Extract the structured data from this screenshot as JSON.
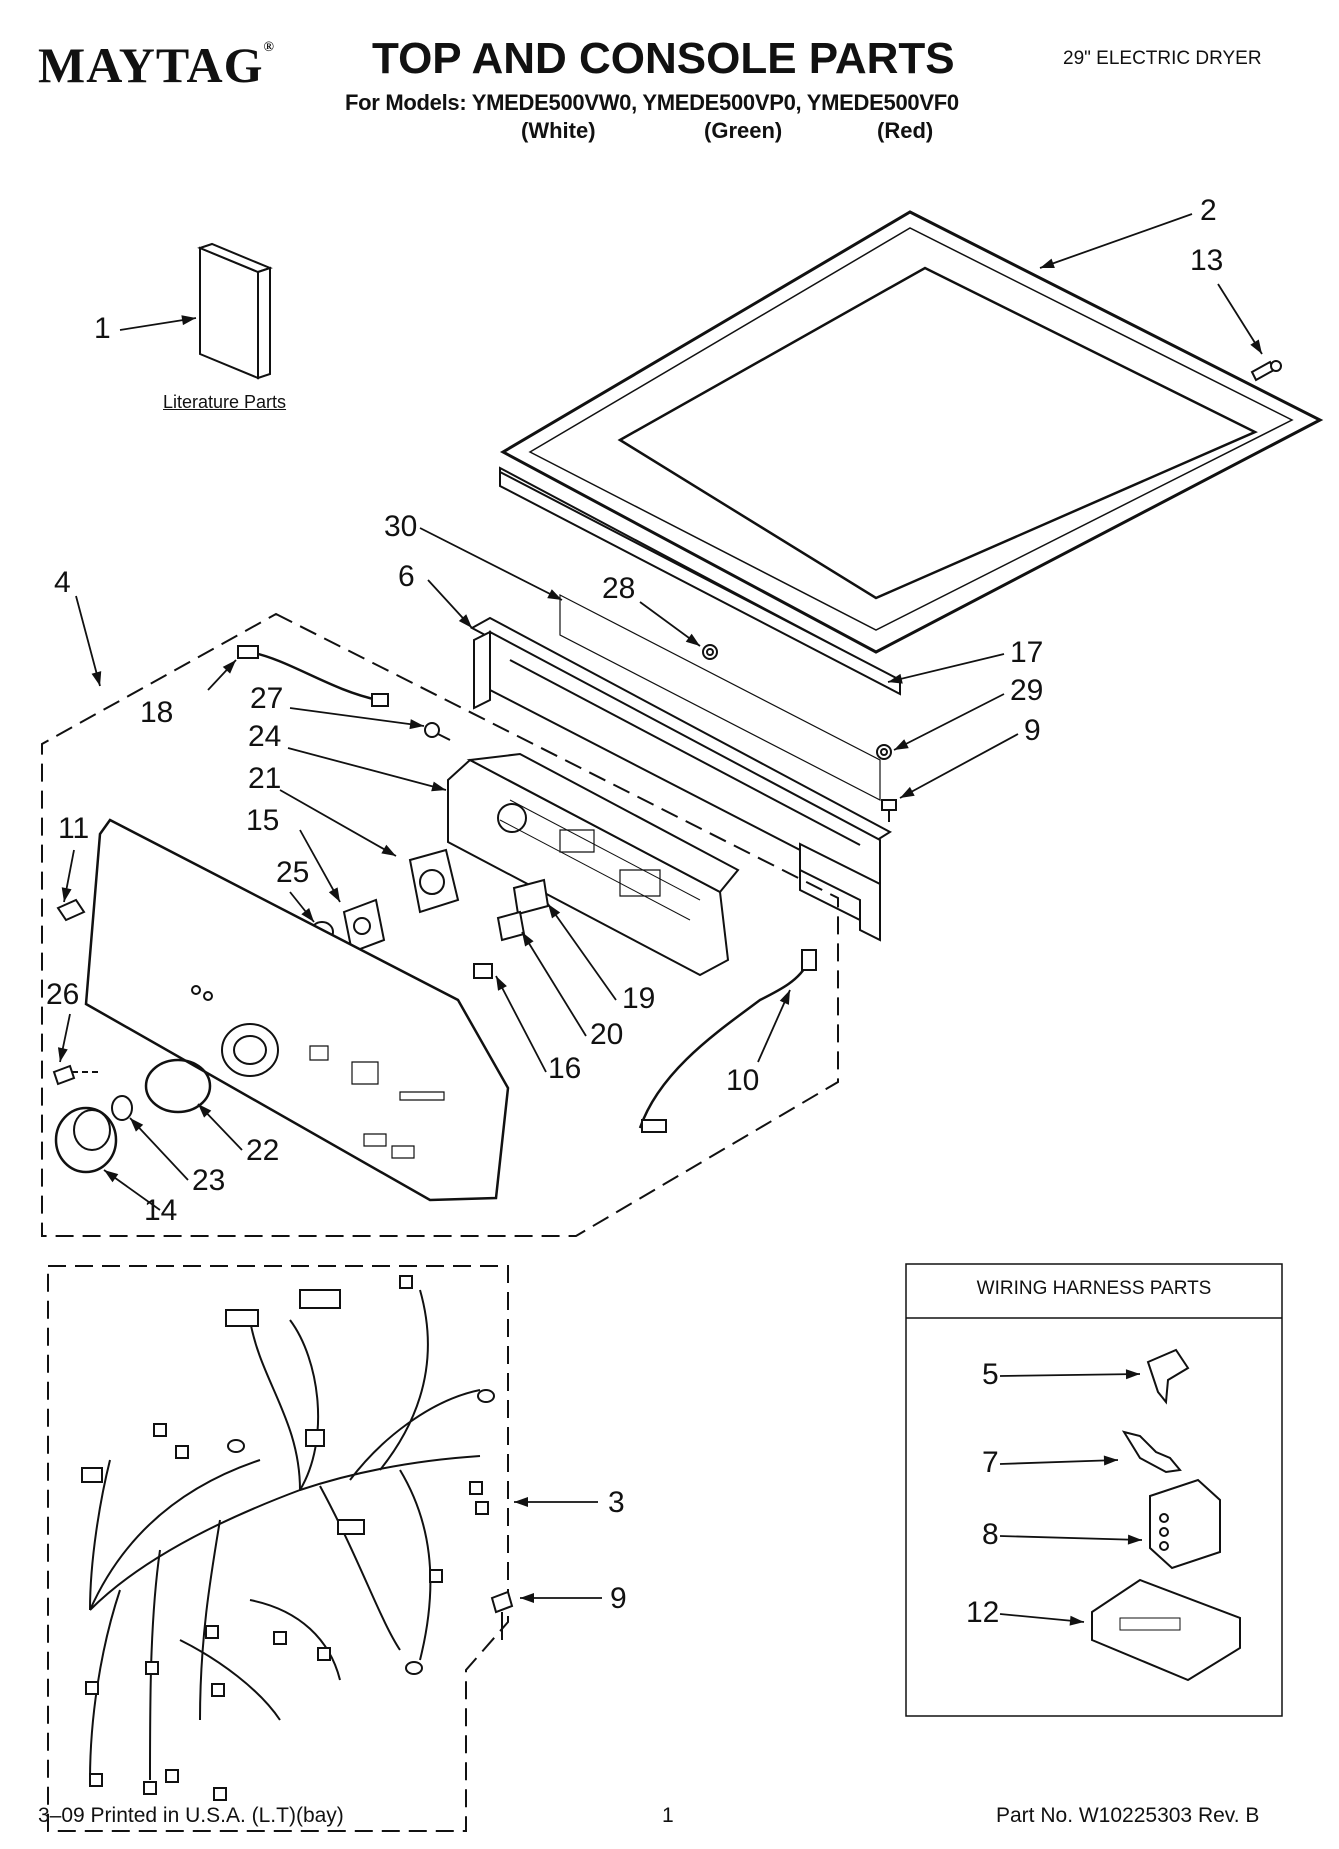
{
  "header": {
    "brand": "MAYTAG",
    "title": "TOP AND CONSOLE PARTS",
    "models": "For Models: YMEDE500VW0, YMEDE500VP0, YMEDE500VF0",
    "variants": [
      "(White)",
      "(Green)",
      "(Red)"
    ],
    "product": "29\" ELECTRIC DRYER"
  },
  "literature_label": "Literature Parts",
  "wiring_box_title": "WIRING HARNESS PARTS",
  "callouts": [
    "1",
    "2",
    "13",
    "30",
    "28",
    "6",
    "4",
    "17",
    "29",
    "9",
    "18",
    "27",
    "24",
    "21",
    "11",
    "15",
    "25",
    "19",
    "20",
    "16",
    "26",
    "10",
    "22",
    "23",
    "14",
    "3",
    "9",
    "5",
    "7",
    "8",
    "12"
  ],
  "footer": {
    "printed": "3–09 Printed in U.S.A. (L.T)(bay)",
    "page": "1",
    "part_no": "Part No. W10225303 Rev. B"
  }
}
